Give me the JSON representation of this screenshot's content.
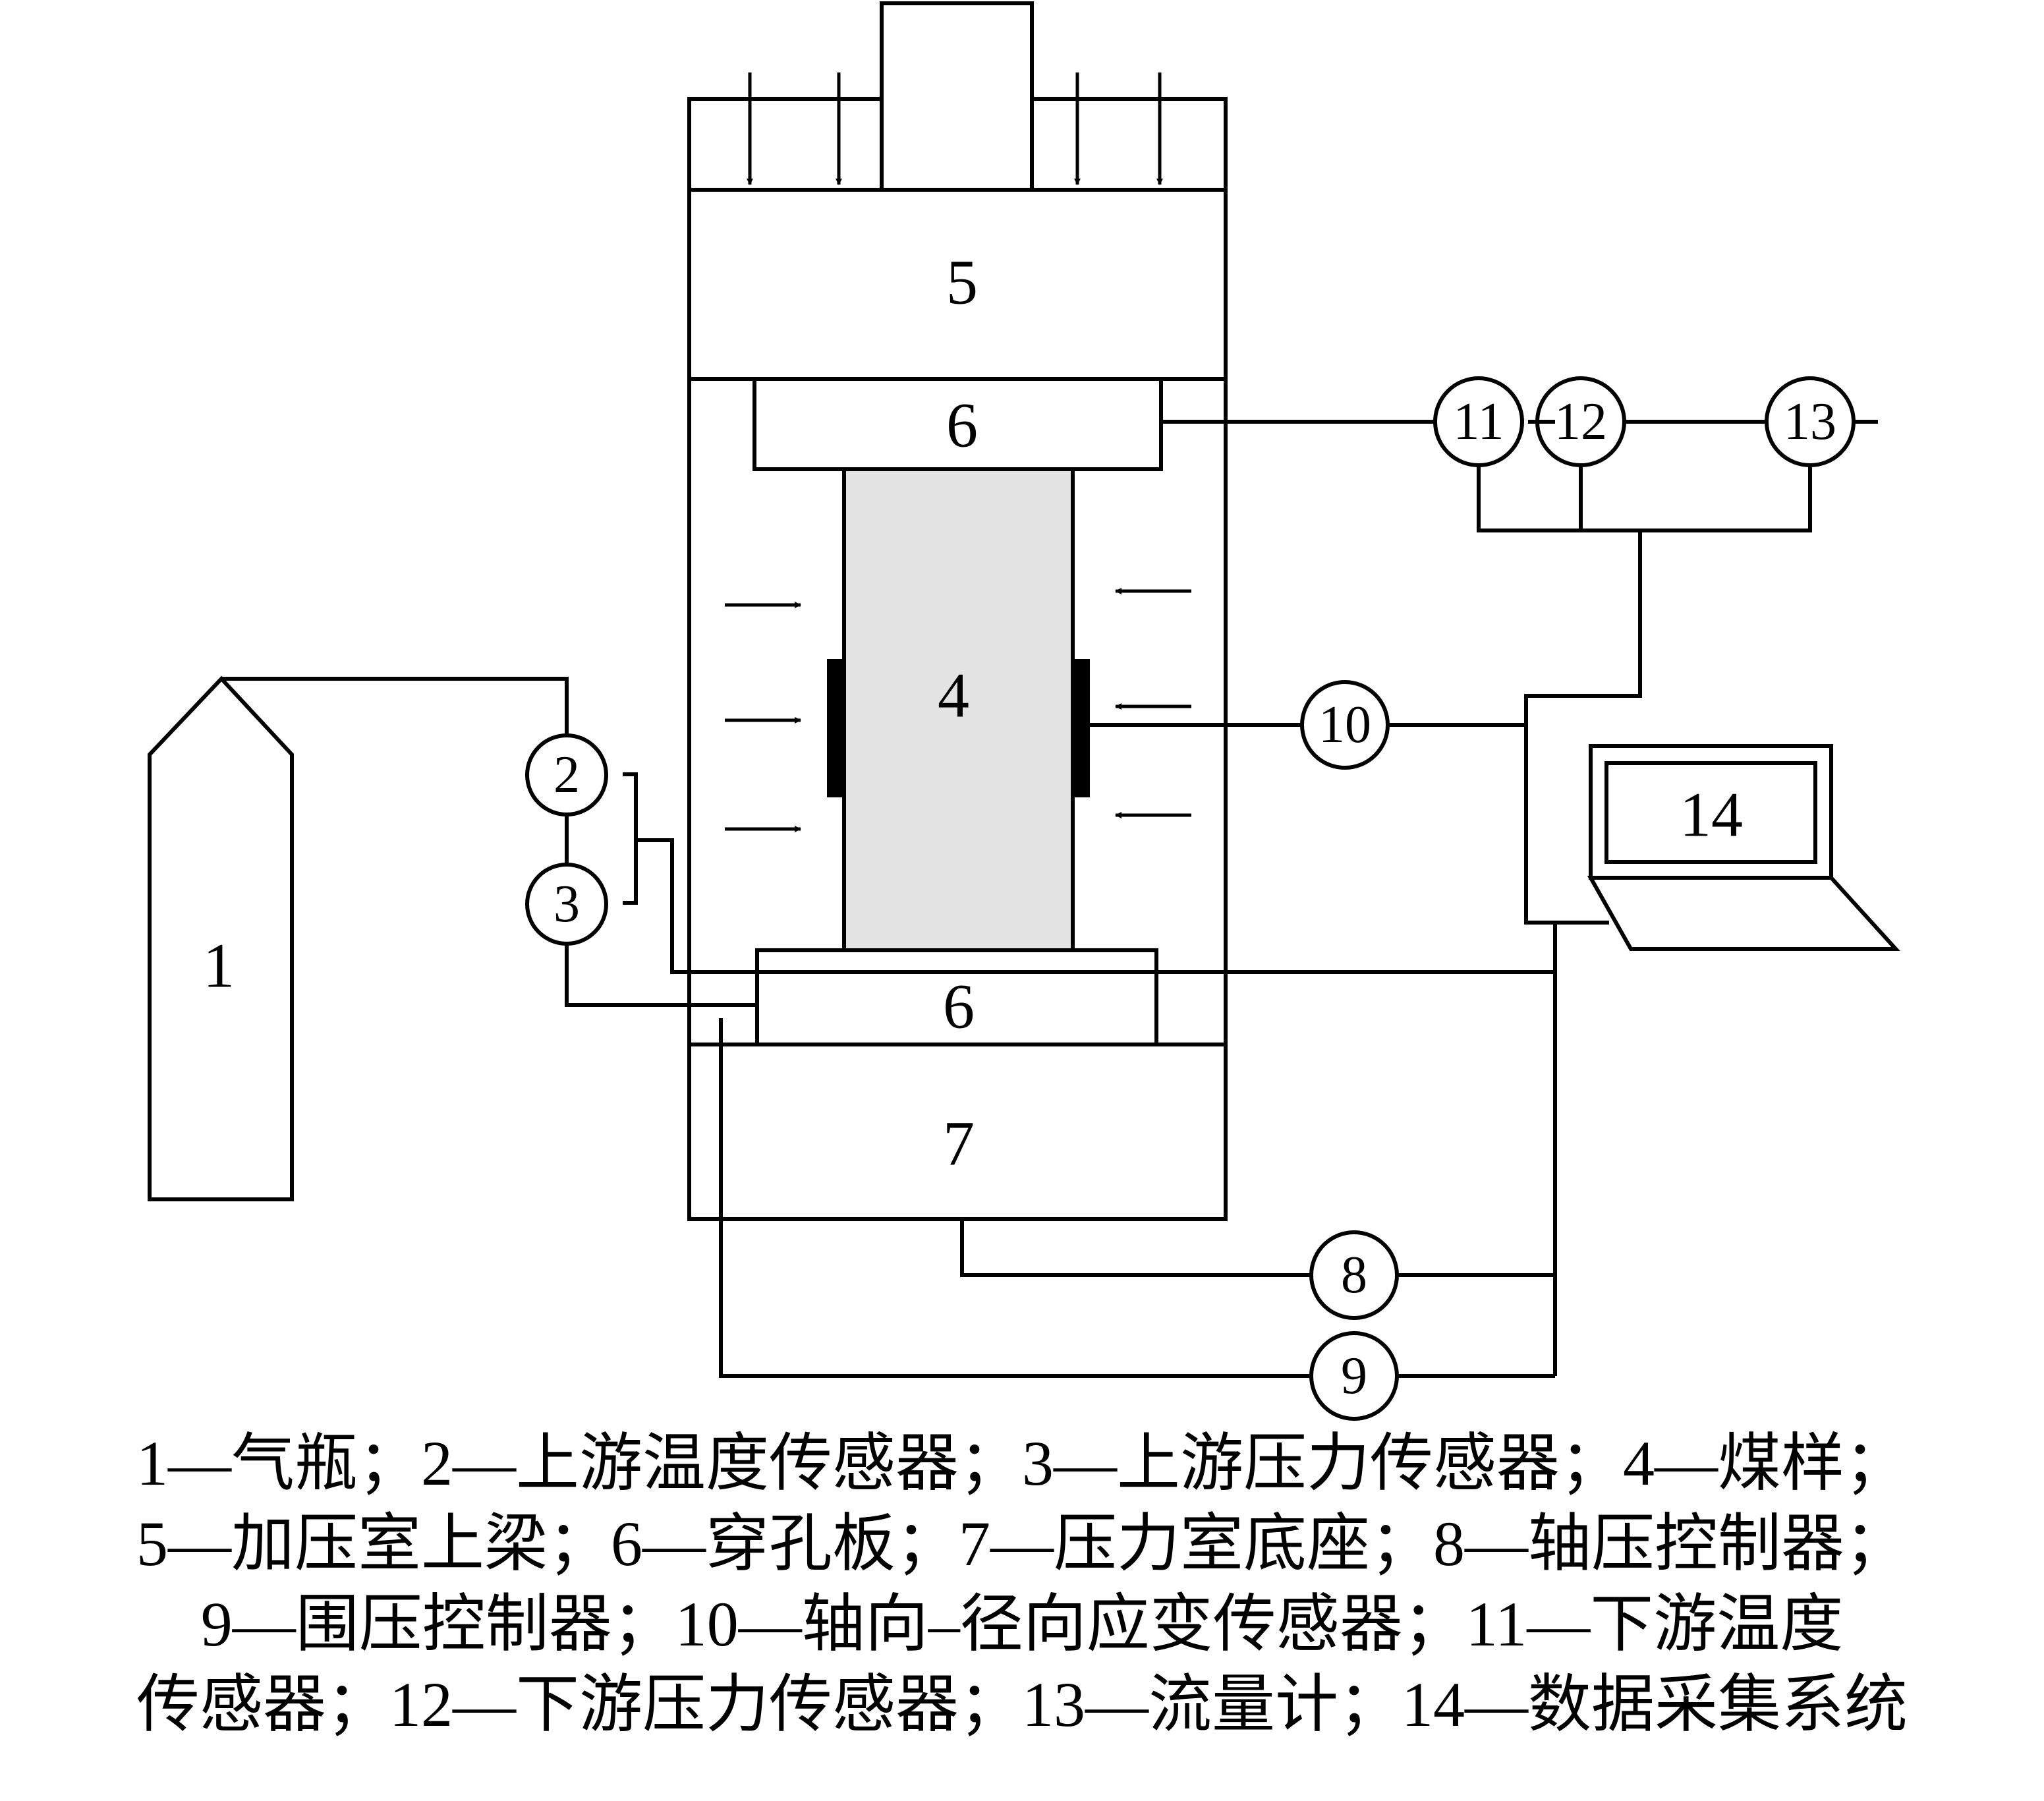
{
  "diagram": {
    "labels": {
      "l1": "1",
      "l2": "2",
      "l3": "3",
      "l4": "4",
      "l5": "5",
      "l6_top": "6",
      "l6_bottom": "6",
      "l7": "7",
      "l8": "8",
      "l9": "9",
      "l10": "10",
      "l11": "11",
      "l12": "12",
      "l13": "13",
      "l14": "14"
    }
  },
  "caption": {
    "lines": [
      "1—气瓶；2—上游温度传感器；3—上游压力传感器；4—煤样；",
      "5—加压室上梁；6—穿孔板；7—压力室底座；8—轴压控制器；",
      "9—围压控制器；10—轴向–径向应变传感器；11—下游温度",
      "传感器；12—下游压力传感器；13—流量计；14—数据采集系统"
    ]
  },
  "colors": {
    "line": "#000000",
    "sample_fill": "#e3e3e3",
    "background": "#ffffff"
  }
}
